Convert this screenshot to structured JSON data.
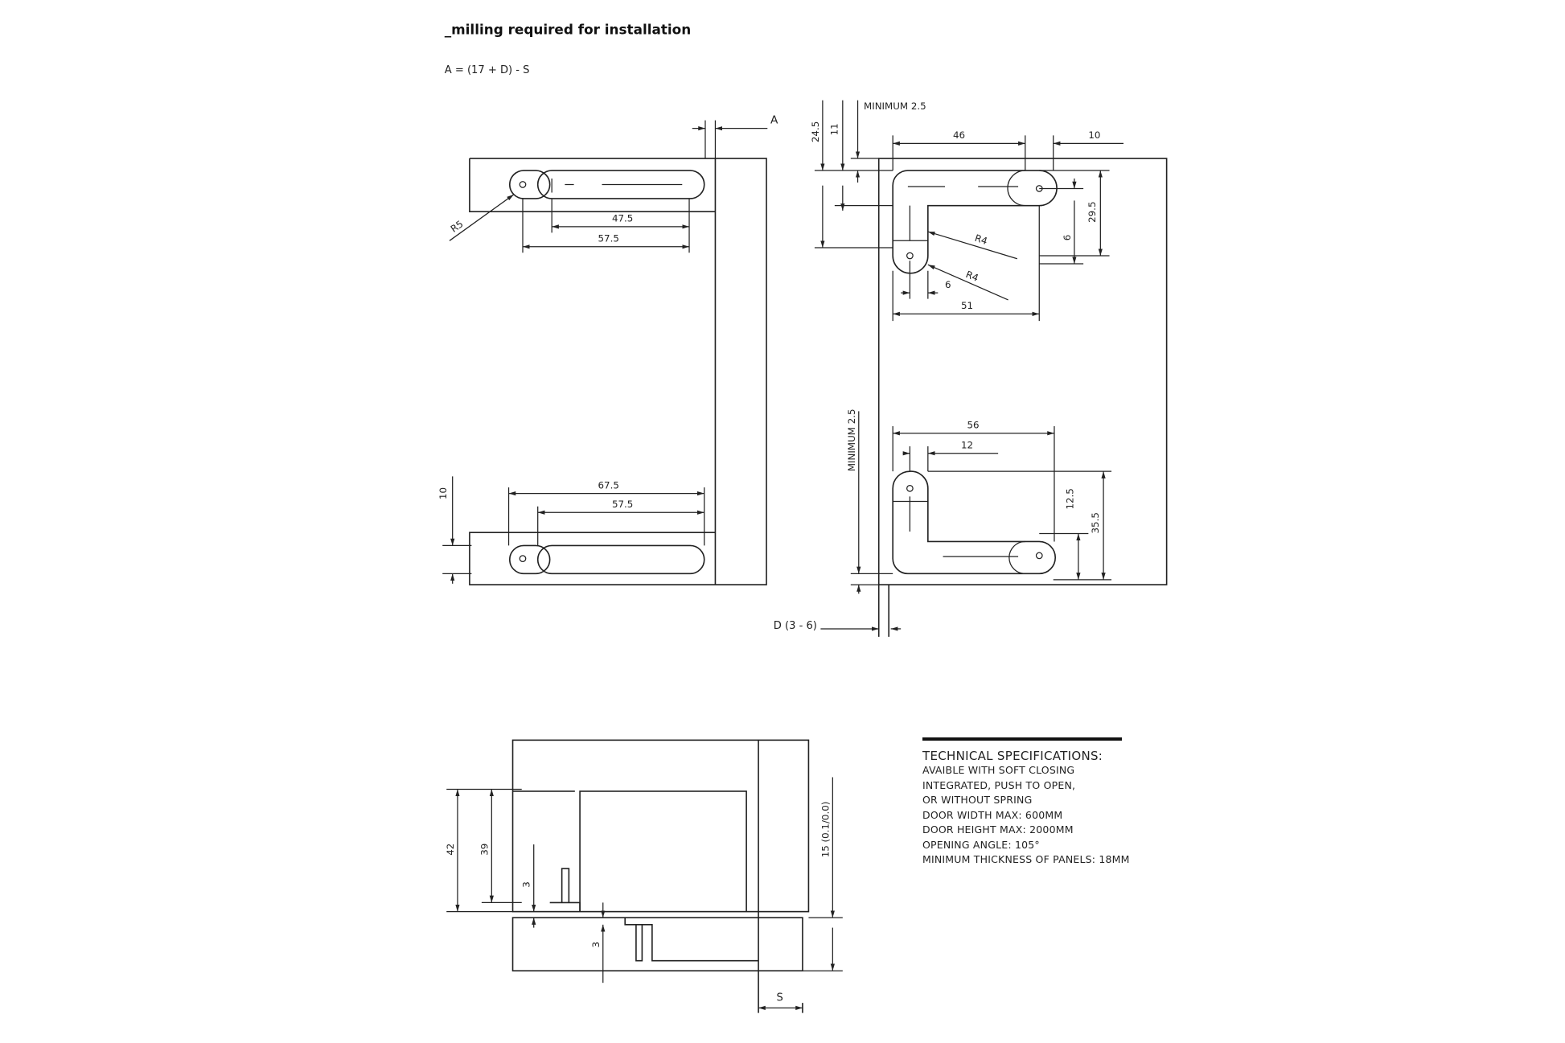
{
  "title": "_milling required for installation",
  "formula": "A = (17 + D) - S",
  "left_view": {
    "label_a": "A",
    "r5": "R5",
    "dim_47_5": "47.5",
    "dim_57_5_top": "57.5",
    "dim_67_5": "67.5",
    "dim_57_5_bottom": "57.5",
    "dim_10": "10"
  },
  "right_view": {
    "minimum_top": "MINIMUM 2.5",
    "dim_24_5": "24.5",
    "dim_11": "11",
    "dim_46": "46",
    "dim_10": "10",
    "dim_29_5": "29.5",
    "dim_6_v": "6",
    "r4_a": "R4",
    "r4_b": "R4",
    "dim_6_h": "6",
    "dim_51": "51",
    "minimum_side": "MINIMUM 2.5",
    "dim_56": "56",
    "dim_12": "12",
    "dim_12_5": "12.5",
    "dim_35_5": "35.5",
    "d_label": "D (3 - 6)"
  },
  "section_view": {
    "dim_42": "42",
    "dim_39": "39",
    "dim_3_a": "3",
    "dim_3_b": "3",
    "dim_15": "15 (0.1/0.0)",
    "s_label": "S"
  },
  "specs": {
    "heading": "TECHNICAL SPECIFICATIONS:",
    "lines": [
      "AVAIBLE WITH SOFT CLOSING",
      "INTEGRATED, PUSH TO OPEN,",
      "OR WITHOUT SPRING",
      "DOOR WIDTH MAX: 600MM",
      "DOOR HEIGHT MAX: 2000MM",
      "OPENING ANGLE: 105°",
      "MINIMUM THICKNESS OF PANELS: 18MM"
    ]
  }
}
